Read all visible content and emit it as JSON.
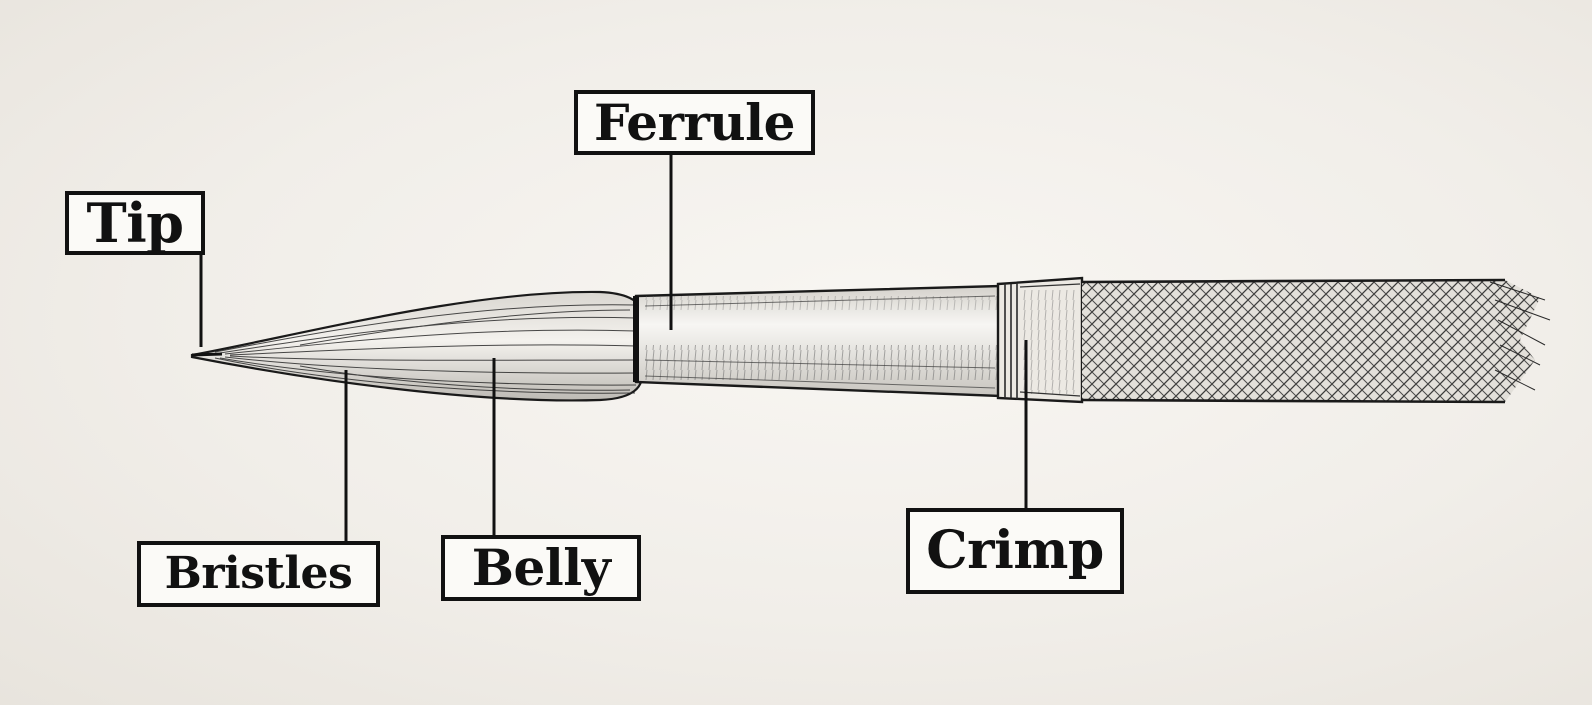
{
  "diagram": {
    "labels": {
      "tip": "Tip",
      "ferrule": "Ferrule",
      "bristles": "Bristles",
      "belly": "Belly",
      "crimp": "Crimp"
    },
    "ink_color": "#111111",
    "paper_color": "#f3f0eb"
  }
}
